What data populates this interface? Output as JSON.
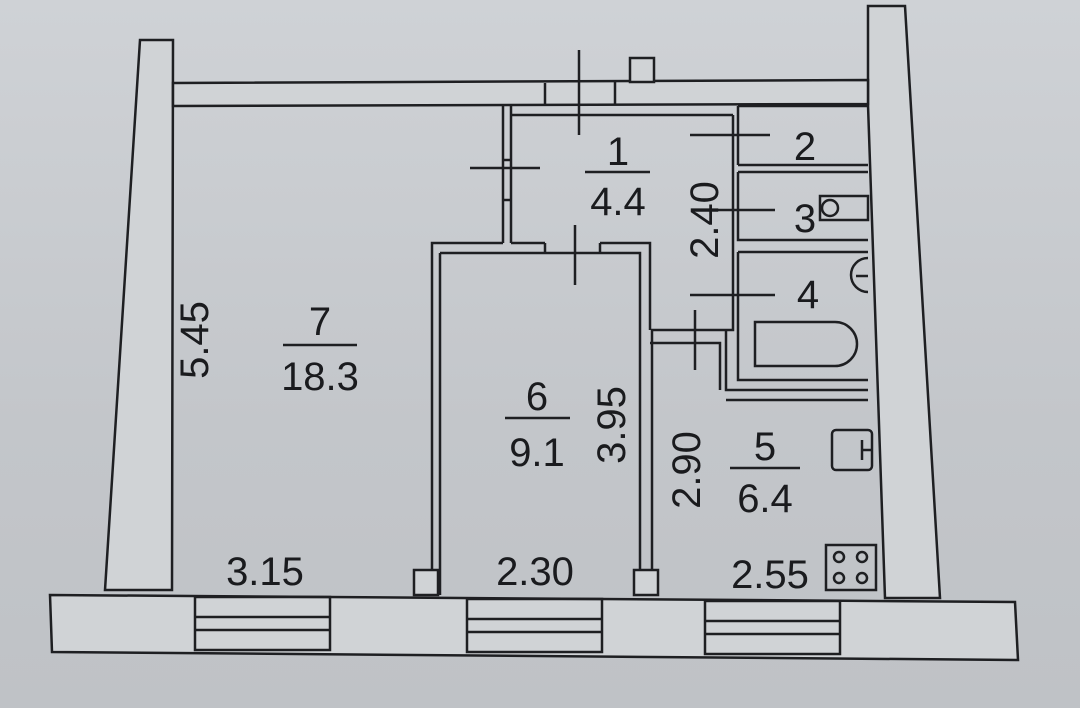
{
  "rooms": [
    {
      "number": "1",
      "area": "4.4"
    },
    {
      "number": "2"
    },
    {
      "number": "3"
    },
    {
      "number": "4"
    },
    {
      "number": "5",
      "area": "6.4"
    },
    {
      "number": "6",
      "area": "9.1"
    },
    {
      "number": "7",
      "area": "18.3"
    }
  ],
  "dimensions": {
    "room7_height": "5.45",
    "room6_height": "3.95",
    "corridor_height": "2.40",
    "kitchen_height": "2.90",
    "room7_width": "3.15",
    "room6_width": "2.30",
    "kitchen_width": "2.55"
  }
}
